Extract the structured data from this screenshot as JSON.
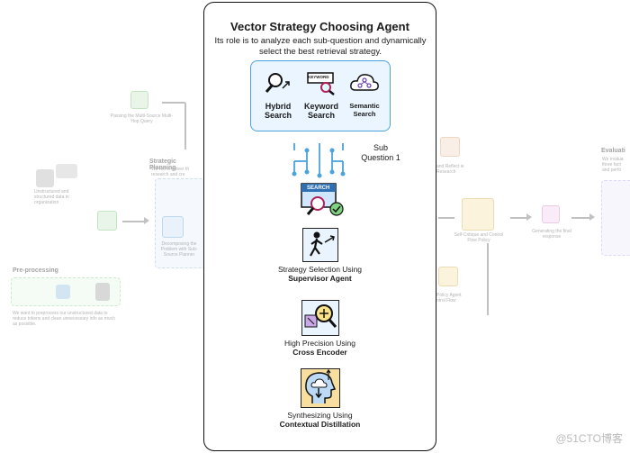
{
  "panel": {
    "title": "Vector Strategy Choosing Agent",
    "description": "Its role is to analyze each sub-question and dynamically select the best retrieval strategy."
  },
  "search_types": [
    {
      "label_line1": "Hybrid",
      "label_line2": "Search",
      "icon": "hybrid-search-icon"
    },
    {
      "label_line1": "Keyword",
      "label_line2": "Search",
      "icon": "keyword-search-icon",
      "badge": "KEYWORD"
    },
    {
      "label_line1": "Semantic",
      "label_line2": "Search",
      "icon": "semantic-search-icon"
    }
  ],
  "sub_question": {
    "line1": "Sub",
    "line2": "Question 1"
  },
  "search_badge": "SEARCH",
  "steps": [
    {
      "text": "Strategy Selection Using",
      "bold": "Supervisor Agent"
    },
    {
      "text": "High Precision Using",
      "bold": "Cross Encoder"
    },
    {
      "text": "Synthesizing Using",
      "bold": "Contextual Distillation"
    }
  ],
  "background": {
    "passing": "Passing the Multi-Source Multi-Hop Query",
    "strategic_planning": "Strategic Planning",
    "strategic_planning_desc": "We will engineer th research and cre",
    "decomposing": "Decomposing the Problem with Sub-Source Planner",
    "unstructured": "Unstructured and structured data in organization",
    "preprocessing": "Pre-processing",
    "preprocessing_desc": "We want to preprocess our unstructured data to reduce tokens and clean unnecessary info as much as possible.",
    "reflect": "and Reflect ie Research",
    "self_critique": "Self-Critique and Control Flow Policy",
    "generating": "Generating the final response",
    "policy_agent": "Policy Agent ntrol Flow",
    "evaluation": "Evaluati",
    "evaluation_desc": "We evalua three fact and perfo"
  },
  "watermark": "@51CTO博客",
  "colors": {
    "accent_blue": "#4aa3df",
    "icon_fill": "#e9f4ff"
  }
}
